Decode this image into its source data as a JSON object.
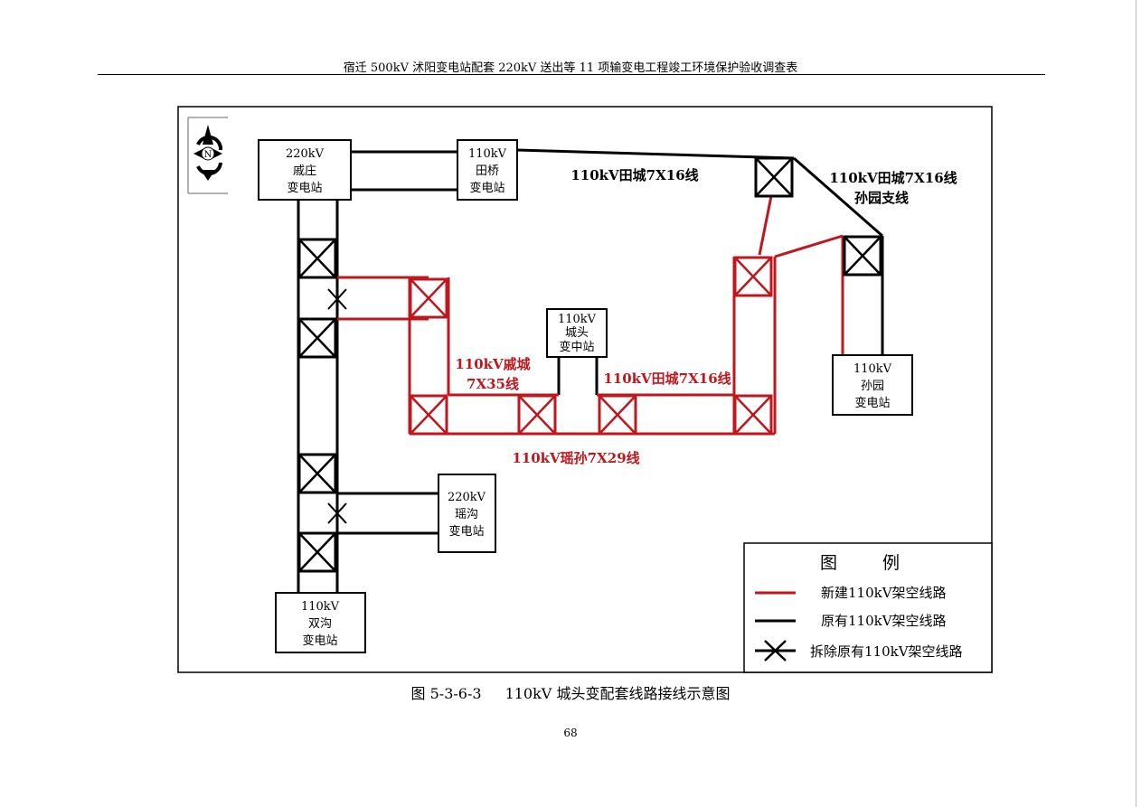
{
  "header": {
    "title": "宿迁 500kV 沭阳变电站配套 220kV 送出等 11 项输变电工程竣工环境保护验收调查表"
  },
  "compass": {
    "letter": "N",
    "icon": "north-arrow-icon"
  },
  "stations": {
    "weizhuang": {
      "line1": "220kV",
      "line2": "戚庄",
      "line3": "变电站"
    },
    "tianqiao": {
      "line1": "110kV",
      "line2": "田桥",
      "line3": "变电站"
    },
    "chengtou": {
      "line1": "110kV",
      "line2": "城头",
      "line3": "变中站"
    },
    "suyuan": {
      "line1": "110kV",
      "line2": "孙园",
      "line3": "变电站"
    },
    "yaogou": {
      "line1": "220kV",
      "line2": "瑶沟",
      "line3": "变电站"
    },
    "shuanggou": {
      "line1": "110kV",
      "line2": "双沟",
      "line3": "变电站"
    }
  },
  "line_labels": {
    "tiancheng_top": "110kV田城7X16线",
    "tiancheng_branch_1": "110kV田城7X16线",
    "tiancheng_branch_2": "孙园支线",
    "weicheng_1": "110kV戚城",
    "weicheng_2": "7X35线",
    "tiancheng_new": "110kV田城7X16线",
    "yaosun": "110kV瑶孙7X29线"
  },
  "legend": {
    "title": "图 例",
    "new_line": "新建110kV架空线路",
    "existing_line": "原有110kV架空线路",
    "removed_line": "拆除原有110kV架空线路"
  },
  "colors": {
    "new_line": "#c0161c",
    "existing_line": "#000000"
  },
  "caption": {
    "number": "图 5-3-6-3",
    "text": "110kV 城头变配套线路接线示意图"
  },
  "page_number": "68"
}
